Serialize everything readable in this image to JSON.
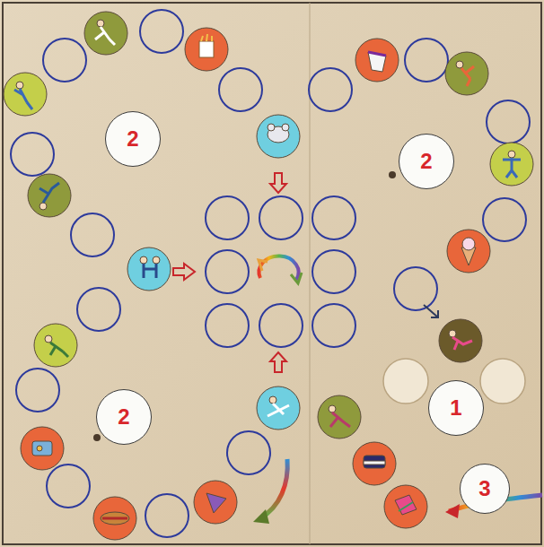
{
  "diagram": {
    "nodes": [
      {
        "text": [
          "2"
        ]
      },
      {
        "text": [
          "2"
        ]
      },
      {
        "text": [
          "2"
        ]
      },
      {
        "text": [
          "1"
        ]
      },
      {
        "text": [
          "3"
        ]
      }
    ]
  }
}
